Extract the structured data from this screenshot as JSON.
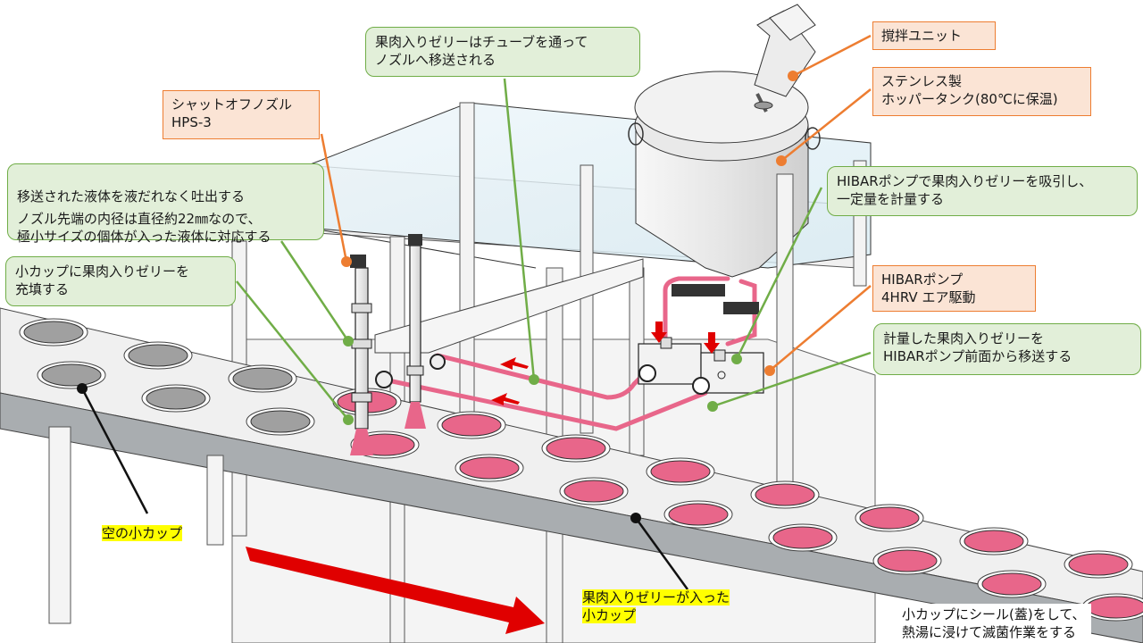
{
  "colors": {
    "green_callout_bg": "#e2efd9",
    "green_callout_border": "#70ad47",
    "orange_callout_bg": "#fbe4d5",
    "orange_callout_border": "#ed7d31",
    "jelly_pink": "#e8668a",
    "conveyor_gray": "#a9adb0",
    "flow_arrow_red": "#e00000",
    "highlight_yellow": "#ffff00"
  },
  "callouts": {
    "tube_transfer": {
      "text": "果肉入りゼリーはチューブを通って\nノズルへ移送される"
    },
    "shutoff_nozzle": {
      "text": "シャットオフノズル\nHPS-3"
    },
    "discharge": {
      "line1": "移送された液体を液だれなく吐出する",
      "line2": "ノズル先端の内径は直径約22㎜なので、\n極小サイズの個体が入った液体に対応する"
    },
    "fill_cup": {
      "text": "小カップに果肉入りゼリーを\n充填する"
    },
    "stirring_unit": {
      "text": "撹拌ユニット"
    },
    "hopper_tank": {
      "text": "ステンレス製\nホッパータンク(80℃に保温)"
    },
    "pump_suction": {
      "text": "HIBARポンプで果肉入りゼリーを吸引し、\n一定量を計量する"
    },
    "pump_model": {
      "text": "HIBARポンプ\n4HRV エア駆動"
    },
    "pump_transfer": {
      "text": "計量した果肉入りゼリーを\nHIBARポンプ前面から移送する"
    }
  },
  "labels": {
    "empty_cup": "空の小カップ",
    "filled_cup_line1": "果肉入りゼリーが入った",
    "filled_cup_line2": "小カップ",
    "seal_note": "小カップにシール(蓋)をして、\n熱湯に浸けて滅菌作業をする"
  },
  "diagram": {
    "flow_direction": "right",
    "tube_flow_direction": "left",
    "nozzle_count": 2,
    "pump_count": 2
  }
}
